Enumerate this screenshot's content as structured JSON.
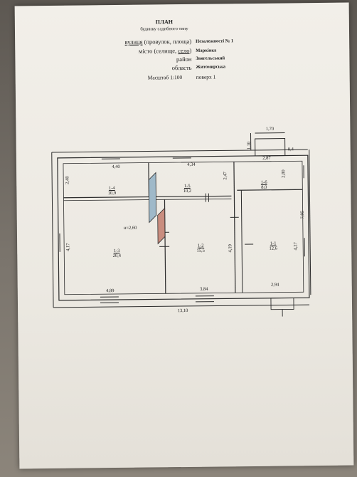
{
  "header": {
    "title": "ПЛАН",
    "subtitle": "будинку садибного типу"
  },
  "fields": {
    "street_label_prefix": "вулиця",
    "street_label_rest": "(провулок, площа)",
    "street_value": "Незалежності № 1",
    "city_label_prefix": "місто (селище, ",
    "city_label_underlined": "село",
    "city_label_suffix": ")",
    "city_value": "Марківка",
    "district_label": "район",
    "district_value": "Звягельський",
    "region_label": "область",
    "region_value": "Житомирська"
  },
  "scale": {
    "label": "Масштаб 1:100",
    "floor": "поверх 1"
  },
  "plan": {
    "dimensions": {
      "total_width": "13,10",
      "top_left": "4,40",
      "top_middle": "4,34",
      "top_right": "2,87",
      "porch_width": "1,70",
      "porch_depth": "1,10",
      "porch_offset": "0,4",
      "left_upper": "2,48",
      "left_lower": "4,17",
      "mid_vertical": "2,47",
      "right_upper": "2,80",
      "right_total": "7,95",
      "right_lower": "4,27",
      "inner_vertical": "4,19",
      "bottom_left": "4,89",
      "bottom_middle": "3,84",
      "bottom_right": "2,94"
    },
    "ceiling_height": "н=2,60",
    "rooms": [
      {
        "id": "1-4",
        "area": "10,9"
      },
      {
        "id": "1-5",
        "area": "10,2"
      },
      {
        "id": "1-6",
        "area": "8,0"
      },
      {
        "id": "1-3",
        "area": "20,4"
      },
      {
        "id": "1-2",
        "area": "15,5"
      },
      {
        "id": "1-1",
        "area": "12,6"
      }
    ],
    "colors": {
      "wall": "#2b2b2b",
      "stair_blue": "#9fb9c9",
      "stair_red": "#c98d7f"
    }
  }
}
